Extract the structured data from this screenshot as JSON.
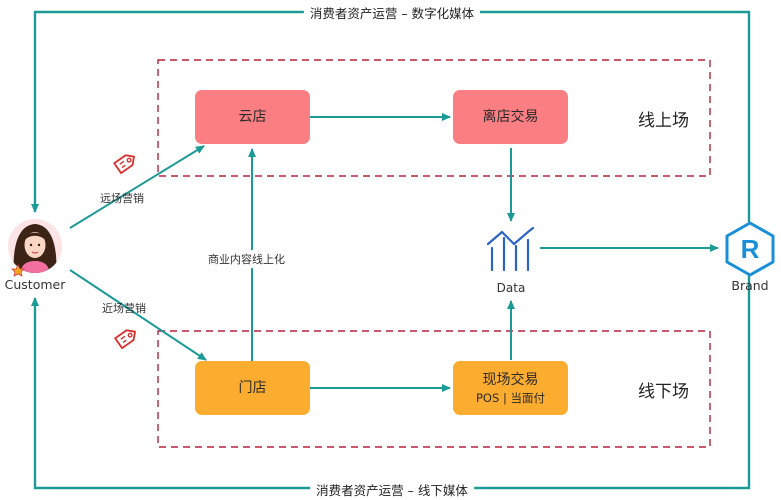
{
  "banners": {
    "top": "消费者资产运营 – 数字化媒体",
    "bottom": "消费者资产运营 – 线下媒体"
  },
  "zones": {
    "online": "线上场",
    "offline": "线下场"
  },
  "nodes": {
    "cloud_store": {
      "label": "云店",
      "color": "#fb7e83"
    },
    "offsite_trade": {
      "label": "离店交易",
      "color": "#fb7e83"
    },
    "store": {
      "label": "门店",
      "color": "#fcad2f"
    },
    "onsite_trade": {
      "label": "现场交易",
      "sub": "POS | 当面付",
      "color": "#fcad2f"
    }
  },
  "actors": {
    "customer": "Customer",
    "data": "Data",
    "brand": "Brand",
    "brand_logo": "R"
  },
  "edge_labels": {
    "remote_marketing": "远场营销",
    "near_marketing": "近场营销",
    "content_online": "商业内容线上化"
  },
  "colors": {
    "line": "#1b9a96",
    "dashed_border": "#b5233b",
    "tag": "#d9302f",
    "data_icon": "#2a64c4",
    "brand": "#1a8fd8"
  },
  "icons": [
    "tag-icon",
    "data-chart-icon",
    "brand-hexagon-icon",
    "customer-avatar-icon"
  ]
}
